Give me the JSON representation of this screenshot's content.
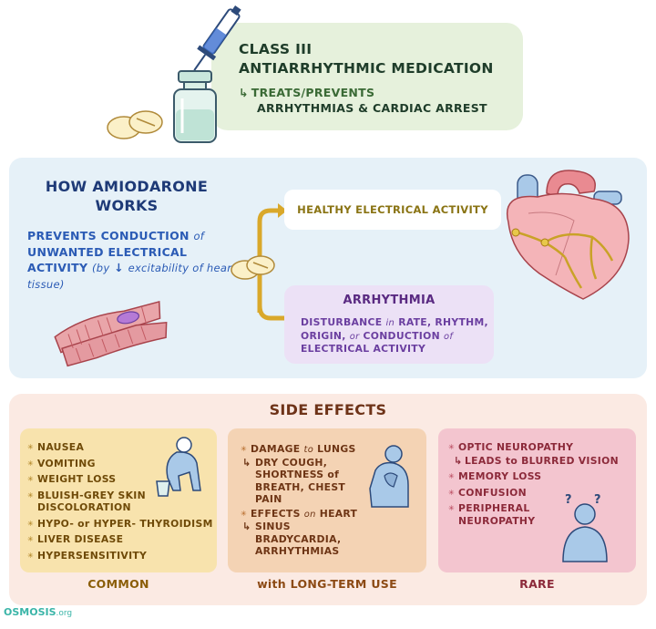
{
  "header": {
    "title_line1": "CLASS III",
    "title_line2": "ANTIARRHYTHMIC MEDICATION",
    "sub_line1": "TREATS/PREVENTS",
    "sub_line2": "ARRHYTHMIAS & CARDIAC ARREST"
  },
  "how": {
    "title_line1": "HOW AMIODARONE",
    "title_line2": "WORKS",
    "body": {
      "p1": "PREVENTS CONDUCTION",
      "p2": "of",
      "p3": "UNWANTED ELECTRICAL ACTIVITY",
      "p4": "(by",
      "p5": "↓",
      "p6": "excitability of heart tissue)"
    },
    "healthy": "HEALTHY ELECTRICAL ACTIVITY",
    "arrhythmia": {
      "title": "ARRHYTHMIA",
      "b1": "DISTURBANCE",
      "b2": "in",
      "b3": "RATE, RHYTHM, ORIGIN,",
      "b4": "or",
      "b5": "CONDUCTION",
      "b6": "of",
      "b7": "ELECTRICAL ACTIVITY"
    }
  },
  "side_effects": {
    "title": "SIDE EFFECTS",
    "common": {
      "label": "COMMON",
      "items": [
        "NAUSEA",
        "VOMITING",
        "WEIGHT LOSS",
        "BLUISH-GREY SKIN DISCOLORATION",
        "HYPO- or HYPER- THYROIDISM",
        "LIVER DISEASE",
        "HYPERSENSITIVITY"
      ]
    },
    "long_term": {
      "label": "with LONG-TERM USE",
      "lungs_a": "DAMAGE",
      "lungs_b": "to",
      "lungs_c": "LUNGS",
      "lungs_detail": "DRY COUGH, SHORTNESS of BREATH, CHEST PAIN",
      "heart_a": "EFFECTS",
      "heart_b": "on",
      "heart_c": "HEART",
      "heart_detail": "SINUS BRADYCARDIA, ARRHYTHMIAS"
    },
    "rare": {
      "label": "RARE",
      "items": [
        "OPTIC NEUROPATHY",
        "LEADS to BLURRED VISION",
        "MEMORY LOSS",
        "CONFUSION",
        "PERIPHERAL NEUROPATHY"
      ]
    }
  },
  "logo": {
    "name": "OSMOSIS",
    "suffix": ".org"
  },
  "colors": {
    "green_box": "#e6f1dc",
    "blue_panel": "#e6f1f8",
    "purple_box": "#ece1f6",
    "gold_arrow": "#d9a82a",
    "side_panel": "#fbeae3",
    "common_box": "#f8e3ad",
    "long_box": "#f4d3b4",
    "rare_box": "#f3c5cf"
  },
  "icons": [
    "syringe-icon",
    "vial-icon",
    "pill-icon",
    "heart-icon",
    "muscle-cells-icon",
    "nauseous-person-icon",
    "coughing-person-icon",
    "confused-person-icon",
    "branch-arrow-icon"
  ]
}
